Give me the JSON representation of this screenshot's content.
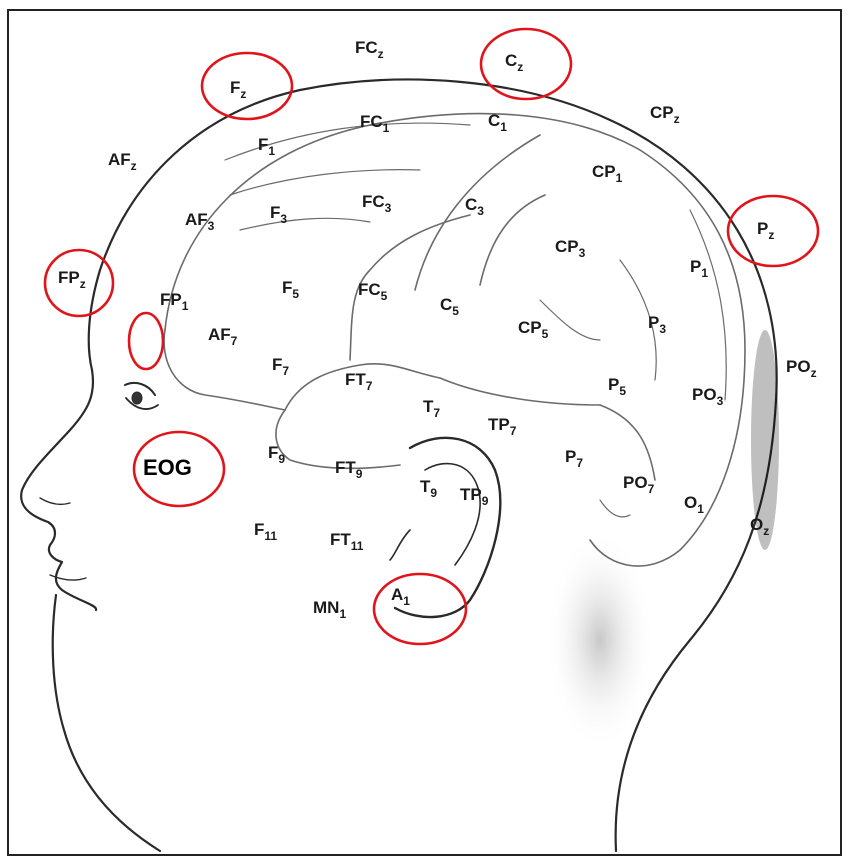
{
  "electrodes": [
    {
      "id": "fz",
      "base": "F",
      "sub": "z"
    },
    {
      "id": "fcz",
      "base": "FC",
      "sub": "z"
    },
    {
      "id": "cz",
      "base": "C",
      "sub": "z"
    },
    {
      "id": "cpz",
      "base": "CP",
      "sub": "z"
    },
    {
      "id": "afz",
      "base": "AF",
      "sub": "z"
    },
    {
      "id": "f1",
      "base": "F",
      "sub": "1"
    },
    {
      "id": "fc1",
      "base": "FC",
      "sub": "1"
    },
    {
      "id": "c1",
      "base": "C",
      "sub": "1"
    },
    {
      "id": "cp1",
      "base": "CP",
      "sub": "1"
    },
    {
      "id": "pz",
      "base": "P",
      "sub": "z"
    },
    {
      "id": "af3",
      "base": "AF",
      "sub": "3"
    },
    {
      "id": "f3",
      "base": "F",
      "sub": "3"
    },
    {
      "id": "fc3",
      "base": "FC",
      "sub": "3"
    },
    {
      "id": "c3",
      "base": "C",
      "sub": "3"
    },
    {
      "id": "fpz",
      "base": "FP",
      "sub": "z"
    },
    {
      "id": "cp3",
      "base": "CP",
      "sub": "3"
    },
    {
      "id": "p1",
      "base": "P",
      "sub": "1"
    },
    {
      "id": "fp1",
      "base": "FP",
      "sub": "1"
    },
    {
      "id": "f5",
      "base": "F",
      "sub": "5"
    },
    {
      "id": "fc5",
      "base": "FC",
      "sub": "5"
    },
    {
      "id": "c5",
      "base": "C",
      "sub": "5"
    },
    {
      "id": "p3",
      "base": "P",
      "sub": "3"
    },
    {
      "id": "af7",
      "base": "AF",
      "sub": "7"
    },
    {
      "id": "cp5",
      "base": "CP",
      "sub": "5"
    },
    {
      "id": "poz",
      "base": "PO",
      "sub": "z"
    },
    {
      "id": "f7",
      "base": "F",
      "sub": "7"
    },
    {
      "id": "ft7",
      "base": "FT",
      "sub": "7"
    },
    {
      "id": "p5",
      "base": "P",
      "sub": "5"
    },
    {
      "id": "po3",
      "base": "PO",
      "sub": "3"
    },
    {
      "id": "t7",
      "base": "T",
      "sub": "7"
    },
    {
      "id": "tp7",
      "base": "TP",
      "sub": "7"
    },
    {
      "id": "f9",
      "base": "F",
      "sub": "9"
    },
    {
      "id": "p7",
      "base": "P",
      "sub": "7"
    },
    {
      "id": "ft9",
      "base": "FT",
      "sub": "9"
    },
    {
      "id": "t9",
      "base": "T",
      "sub": "9"
    },
    {
      "id": "tp9",
      "base": "TP",
      "sub": "9"
    },
    {
      "id": "po7",
      "base": "PO",
      "sub": "7"
    },
    {
      "id": "o1",
      "base": "O",
      "sub": "1"
    },
    {
      "id": "oz",
      "base": "O",
      "sub": "z"
    },
    {
      "id": "f11",
      "base": "F",
      "sub": "11"
    },
    {
      "id": "ft11",
      "base": "FT",
      "sub": "11"
    },
    {
      "id": "a1",
      "base": "A",
      "sub": "1"
    },
    {
      "id": "mn1",
      "base": "MN",
      "sub": "1"
    }
  ],
  "eog_label": "EOG",
  "highlighted": [
    "fz",
    "cz",
    "pz",
    "fpz",
    "a1",
    "eog"
  ],
  "colors": {
    "highlight": "#e0141b",
    "ink": "#1a1a1a",
    "frame": "#222222"
  }
}
